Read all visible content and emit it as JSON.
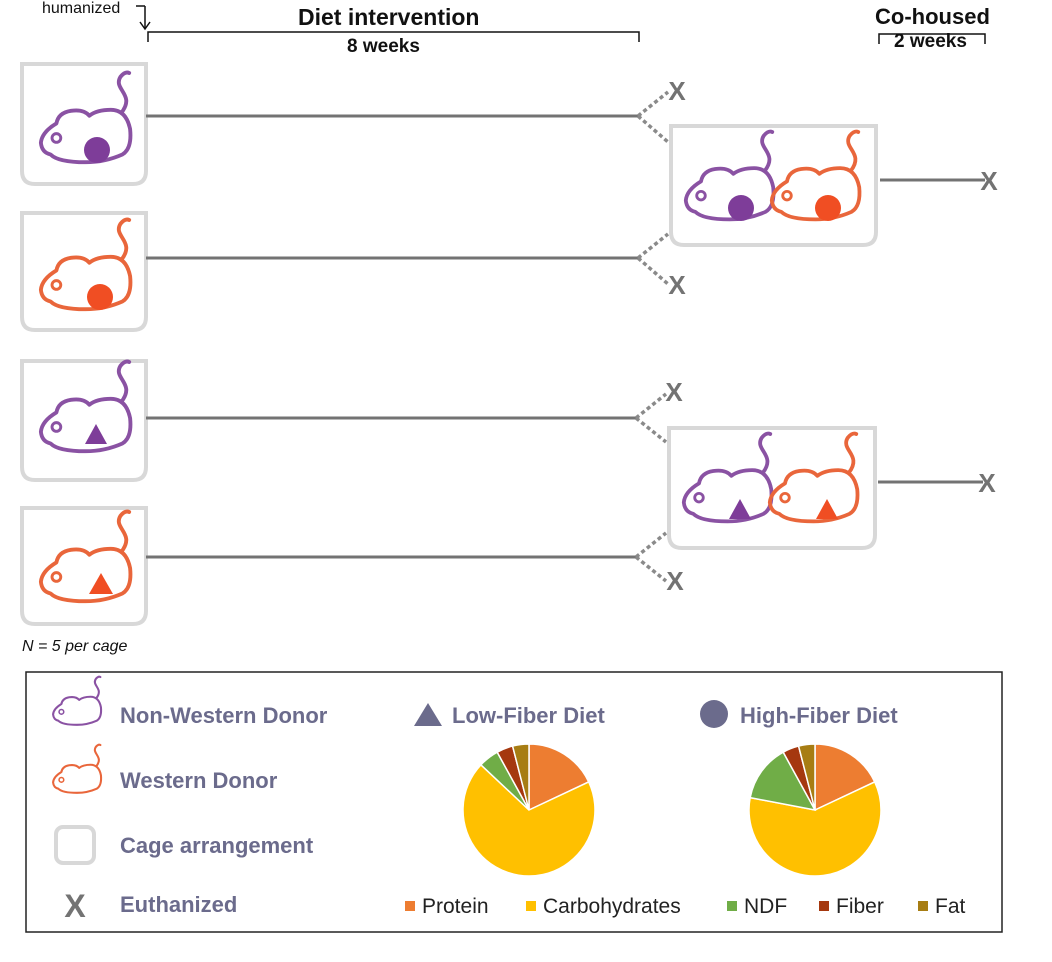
{
  "header": {
    "humanized": "humanized",
    "diet_title": "Diet intervention",
    "diet_duration": "8 weeks",
    "cohoused_title": "Co-housed",
    "cohoused_duration": "2 weeks"
  },
  "n_note": "N = 5 per cage",
  "colors": {
    "non_western": "#8a52a3",
    "western": "#e9663b",
    "symbol_non_western": "#7e3d99",
    "symbol_western": "#f04e23",
    "cage": "#d8d8d8",
    "line": "#737373",
    "legend_text": "#6b6b8c",
    "diet_symbol": "#6b6b8c"
  },
  "legend": {
    "non_western": "Non-Western Donor",
    "western": "Western Donor",
    "cage": "Cage arrangement",
    "euthanized": "Euthanized",
    "low_fiber": "Low-Fiber  Diet",
    "high_fiber": "High-Fiber  Diet",
    "euthanized_symbol": "X",
    "pie_items": [
      "Protein",
      "Carbohydrates",
      "NDF",
      "Fiber",
      "Fat"
    ]
  },
  "chart_data": [
    {
      "type": "pie",
      "title": "Low-Fiber  Diet",
      "categories": [
        "Protein",
        "Carbohydrates",
        "NDF",
        "Fiber",
        "Fat"
      ],
      "values": [
        18,
        69,
        5,
        4,
        4
      ],
      "colors": [
        "#ed7d31",
        "#ffc000",
        "#70ad47",
        "#a5380f",
        "#a77d13"
      ]
    },
    {
      "type": "pie",
      "title": "High-Fiber  Diet",
      "categories": [
        "Protein",
        "Carbohydrates",
        "NDF",
        "Fiber",
        "Fat"
      ],
      "values": [
        18,
        60,
        14,
        4,
        4
      ],
      "colors": [
        "#ed7d31",
        "#ffc000",
        "#70ad47",
        "#a5380f",
        "#a77d13"
      ]
    }
  ]
}
